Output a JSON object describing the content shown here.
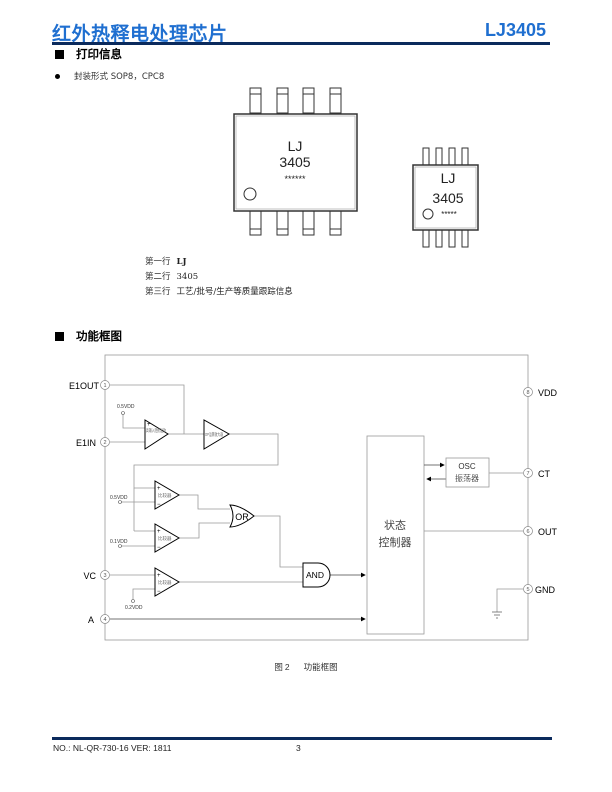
{
  "header": {
    "title": "红外热释电处理芯片",
    "part_number": "LJ3405",
    "accent_color": "#1f6fd0",
    "rule_color": "#0b2a5c"
  },
  "print_info": {
    "heading": "打印信息",
    "bullet": "封装形式 SOP8，CPC8",
    "packages": [
      {
        "name": "SOP8",
        "line1": "LJ",
        "line2": "3405",
        "line3": "******"
      },
      {
        "name": "CPC8",
        "line1": "LJ",
        "line2": "3405",
        "line3": "*****"
      }
    ],
    "lines": [
      {
        "label": "第一行",
        "value": "LJ"
      },
      {
        "label": "第二行",
        "value": "3405"
      },
      {
        "label": "第三行",
        "value": "工艺/批号/生产等质量跟踪信息"
      }
    ]
  },
  "block_diagram": {
    "heading": "功能框图",
    "pins": [
      {
        "num": "1",
        "name": "E1OUT"
      },
      {
        "num": "2",
        "name": "E1IN"
      },
      {
        "num": "3",
        "name": "VC"
      },
      {
        "num": "4",
        "name": "A"
      },
      {
        "num": "5",
        "name": "GND"
      },
      {
        "num": "6",
        "name": "OUT"
      },
      {
        "num": "7",
        "name": "CT"
      },
      {
        "num": "8",
        "name": "VDD"
      }
    ],
    "amp1_label": "高输入阻抗运放",
    "amp2_label": "OP运算放大器",
    "amp1_ref": "0.5VDD",
    "comparator_label": "比较器",
    "comp_refs": [
      "0.5VDD",
      "0.1VDD",
      "0.2VDD"
    ],
    "or_label": "OR",
    "and_label": "AND",
    "osc_line1": "OSC",
    "osc_line2": "振荡器",
    "ctrl_line1": "状态",
    "ctrl_line2": "控制器",
    "plus": "+",
    "minus": "−"
  },
  "caption": {
    "prefix": "图",
    "number": "2",
    "text": "功能框图"
  },
  "footer": {
    "doc_no": "NO.: NL-QR-730-16 VER: 1811",
    "page": "3"
  }
}
